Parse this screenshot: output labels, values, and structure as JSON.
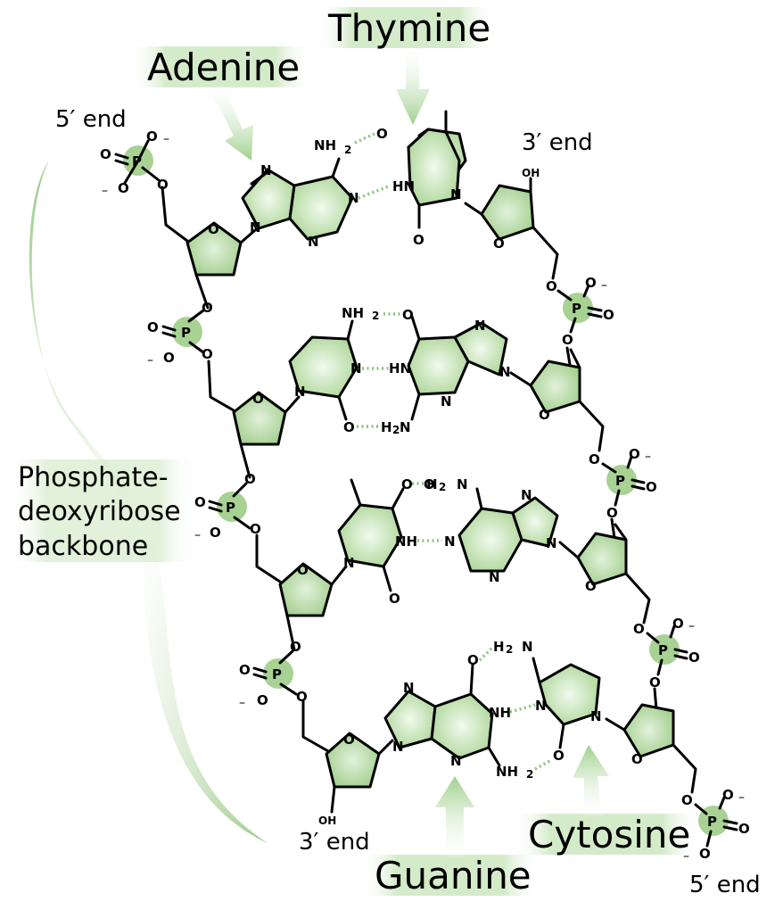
{
  "labels": {
    "adenine": "Adenine",
    "thymine": "Thymine",
    "guanine": "Guanine",
    "cytosine": "Cytosine",
    "backbone_line1": "Phosphate-",
    "backbone_line2": "deoxyribose",
    "backbone_line3": "backbone"
  },
  "ends": {
    "five_prime_top_left": "5′ end",
    "three_prime_top_right": "3′ end",
    "three_prime_bottom_left": "3′ end",
    "five_prime_bottom_right": "5′ end"
  },
  "atoms": {
    "P": "P",
    "O": "O",
    "N": "N",
    "NH": "NH",
    "HN": "HN",
    "NH2_base": "NH",
    "NH2_sub": "2",
    "H2N_H": "H",
    "H2N_sub": "2",
    "H2N_N": "N",
    "OH": "OH",
    "minus": "–"
  },
  "colors": {
    "accent_green": "#8bc47a",
    "base_fill_light": "#eef7e8",
    "base_fill_dark": "#aed69a",
    "label_bg": "#d8ecd0"
  }
}
